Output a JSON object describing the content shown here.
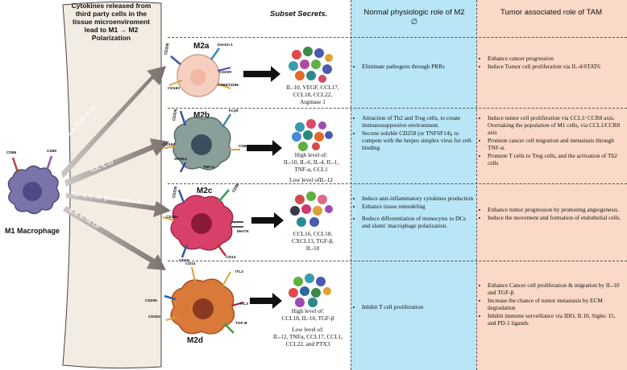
{
  "header": {
    "left": "Cytokines released from third party cells in the tissue microenviroment lead to M1 → M2 Polarization",
    "subset": "Subset Secrets.",
    "normal": "Normal physiologic role of M2 ∅",
    "tumor": "Tumor associated role of TAM"
  },
  "m1": {
    "label": "M1 Macrophage",
    "cd86": "CD86",
    "cd80": "CD80"
  },
  "arrows": [
    "IL-4, IL-10, IL-13",
    "TLR, IL-10",
    "TGF-ß, IL-10, glucocorticoids",
    "IL-6, IL-10, LIF"
  ],
  "subsets": [
    {
      "name": "M2a",
      "markers": [
        "CD206",
        "CD163",
        "Dectin-1",
        "CD209",
        "CD80/CD86"
      ],
      "secretion": [
        "IL-10, VEGF, CCL17,",
        "CCL18, CCL22,",
        "Arginase 1"
      ],
      "normal": [
        "Eliminate pathogens through PRRs"
      ],
      "tumor": [
        "Enhance cancer progression",
        "Induce Tumor cell proliferation via IL-4/STAT6"
      ]
    },
    {
      "name": "M2b",
      "markers": [
        "CD206",
        "FcγR",
        "CD163",
        "CD86",
        "SPHK1",
        "TNF-α"
      ],
      "secretion": [
        "High level of:",
        "IL-10, IL-6, IL-4, IL-1,",
        "TNF-α, CCL1",
        "Low level ofIL-12"
      ],
      "normal": [
        "Attraction of Th2 and Treg cells, to create immunosuppresive environment.",
        "Secrete soluble CD258 (or TNFSF14), to compete with the herpes simplex virus for cell-binding"
      ],
      "tumor": [
        "Induce tumor cell proliferation via CCL1/ CCR8 axis. Overtaking the population of M1 cells, via CCL1/CCR8 axis",
        "Promote cancer cell migration and metastasis through TNF-α.",
        "Promote T cells to Treg cells, and the activation of Th2 cells"
      ]
    },
    {
      "name": "M2c",
      "markers": [
        "CD206",
        "CD86",
        "CD163",
        "MerTK",
        "CD16",
        "CD14"
      ],
      "secretion": [
        "CCL16, CCL18,",
        "CXCL13, TGF-β,",
        "IL-10"
      ],
      "normal": [
        "Induce anti-inflammatory cytokines production",
        "Enhance tissue remodeling",
        "Reduce differentiation of monocytes to DCs and slants' macrophage polarization."
      ],
      "tumor": [
        "Enhance tumor progression by promoting angiogenesis.",
        "Induce the movement and formation of endothelial cells."
      ]
    },
    {
      "name": "M2d",
      "markers": [
        "CD14",
        "ITL2",
        "CD206",
        "ITL3",
        "CD163",
        "TGF-B"
      ],
      "secretion": [
        "High level of:",
        "CCL18, IL-10, TGF-β",
        "Low level of:",
        "IL-12, TNFα, CCL17, CCL1,",
        "CCL22, and PTX3"
      ],
      "normal": [
        "Inhibit T cell proliferation"
      ],
      "tumor": [
        "Enhance Cancer cell proliferation & migration by IL-10 and TGF-β.",
        "Increase the chance of tumor metastasis by ECM degradation",
        "Inhibit immune surveillance via IDO, IL10, Siglec 15, and PD-1 ligands"
      ]
    }
  ],
  "colors": {
    "normal_bg": "#b9e6f6",
    "tumor_bg": "#fad9c8",
    "left_panel": "#f3ece3",
    "m1_cell": "#7a75a8",
    "m2a_cell": "#f6cfc0",
    "m2b_cell": "#8a9e9a",
    "m2c_cell": "#d8406a",
    "m2d_cell": "#d97a3a",
    "arrow": "#7b6f6c"
  }
}
